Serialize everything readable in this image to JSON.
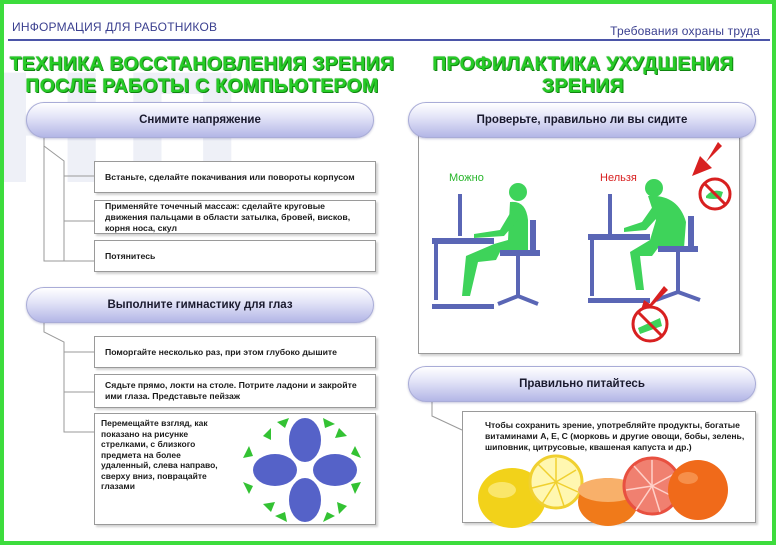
{
  "header": {
    "left_title": "ИНФОРМАЦИЯ ДЛЯ РАБОТНИКОВ",
    "right_title": "Требования охраны труда"
  },
  "left": {
    "title_line1": "ТЕХНИКА ВОССТАНОВЛЕНИЯ ЗРЕНИЯ",
    "title_line2": "ПОСЛЕ РАБОТЫ С КОМПЬЮТЕРОМ",
    "section1": {
      "heading": "Снимите напряжение",
      "items": [
        "Встаньте, сделайте покачивания или повороты корпусом",
        "Применяйте точечный массаж: сделайте круговые движения пальцами в области затылка, бровей, висков, корня носа, скул",
        "Потянитесь"
      ]
    },
    "section2": {
      "heading": "Выполните гимнастику для глаз",
      "items": [
        "Поморгайте несколько раз, при этом глубоко дышите",
        "Сядьте прямо, локти на столе. Потрите ладони и закройте ими глаза. Представьте пейзаж",
        "Перемещайте взгляд, как показано на рисунке стрелками, с близкого предмета на более удаленный, слева направо, сверху вниз, поврацайте глазами"
      ]
    }
  },
  "right": {
    "title_line1": "ПРОФИЛАКТИКА УХУДШЕНИЯ",
    "title_line2": "ЗРЕНИЯ",
    "posture": {
      "heading": "Проверьте, правильно ли вы сидите",
      "label_good": "Можно",
      "label_bad": "Нельзя"
    },
    "nutrition": {
      "heading": "Правильно питайтесь",
      "text": "Чтобы сохранить зрение, употребляйте продукты, богатые витаминами А, Е, С (морковь и другие овощи, бобы, зелень, шиповник, цитрусовые, квашеная капуста и др.)"
    }
  },
  "colors": {
    "accent_green": "#27cc27",
    "frame_green": "#3ddc3d",
    "header_blue": "#3a3f8f",
    "pill_purple": "#b3b6e6",
    "figure_green": "#3ed35a",
    "furniture_blue": "#5a66b5",
    "danger_red": "#d82020",
    "petal_blue": "#5562c8"
  },
  "icons": [
    "no-entry-hand-icon",
    "no-entry-feet-icon",
    "red-arrow-icon",
    "eye-exercise-arrows-icon"
  ]
}
